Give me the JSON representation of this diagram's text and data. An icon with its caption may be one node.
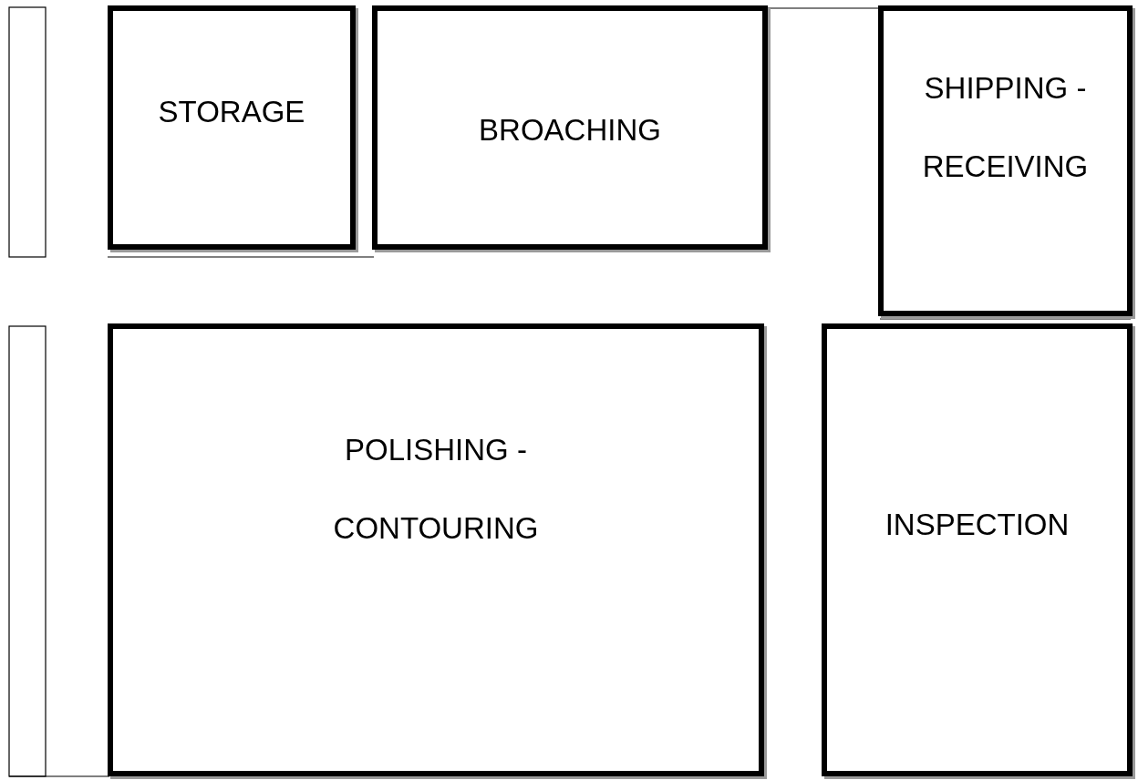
{
  "diagram": {
    "nodes": [
      {
        "text": [
          "STORAGE"
        ]
      },
      {
        "text": [
          "BROACHING"
        ]
      },
      {
        "text": [
          "SHIPPING - RECEIVING"
        ]
      },
      {
        "text": [
          "POLISHING - CONTOURING"
        ]
      },
      {
        "text": [
          "INSPECTION"
        ]
      }
    ]
  }
}
